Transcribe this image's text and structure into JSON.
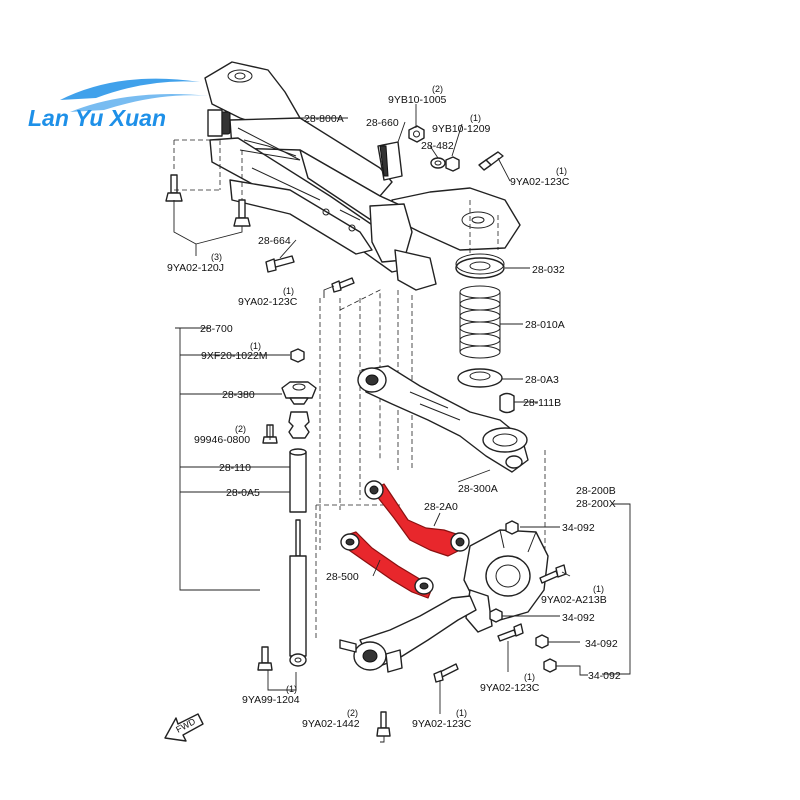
{
  "logo": {
    "text": "Lan Yu Xuan",
    "color": "#1e90e8"
  },
  "highlight_color": "#e8272c",
  "labels": {
    "l_9YB10_1005": "9YB10-1005",
    "q_9YB10_1005": "(2)",
    "l_28_800A": "28-800A",
    "l_28_660": "28-660",
    "l_9YB10_1209": "9YB10-1209",
    "q_9YB10_1209": "(1)",
    "l_28_482": "28-482",
    "l_9YA02_123C_a": "9YA02-123C",
    "q_9YA02_123C_a": "(1)",
    "l_9YA02_120J": "9YA02-120J",
    "q_9YA02_120J": "(3)",
    "l_28_664": "28-664",
    "l_28_032": "28-032",
    "l_9YA02_123C_b": "9YA02-123C",
    "q_9YA02_123C_b": "(1)",
    "l_28_010A": "28-010A",
    "l_28_700": "28-700",
    "l_9XF20_1022M": "9XF20-1022M",
    "q_9XF20_1022M": "(1)",
    "l_28_0A3": "28-0A3",
    "l_28_380": "28-380",
    "l_28_111B": "28-111B",
    "l_99946_0800": "99946-0800",
    "q_99946_0800": "(2)",
    "l_28_110": "28-110",
    "l_28_300A": "28-300A",
    "l_28_0A5": "28-0A5",
    "l_28_200B": "28-200B",
    "l_28_200X": "28-200X",
    "l_28_2A0": "28-2A0",
    "l_34_092_a": "34-092",
    "l_28_500": "28-500",
    "l_9YA02_A213B": "9YA02-A213B",
    "q_9YA02_A213B": "(1)",
    "l_34_092_b": "34-092",
    "l_34_092_c": "34-092",
    "l_34_092_d": "34-092",
    "l_9YA99_1204": "9YA99-1204",
    "q_9YA99_1204": "(1)",
    "l_9YA02_123C_c": "9YA02-123C",
    "q_9YA02_123C_c": "(1)",
    "l_9YA02_1442": "9YA02-1442",
    "q_9YA02_1442": "(2)",
    "l_9YA02_123C_d": "9YA02-123C",
    "q_9YA02_123C_d": "(1)",
    "fwd": "FWD"
  }
}
